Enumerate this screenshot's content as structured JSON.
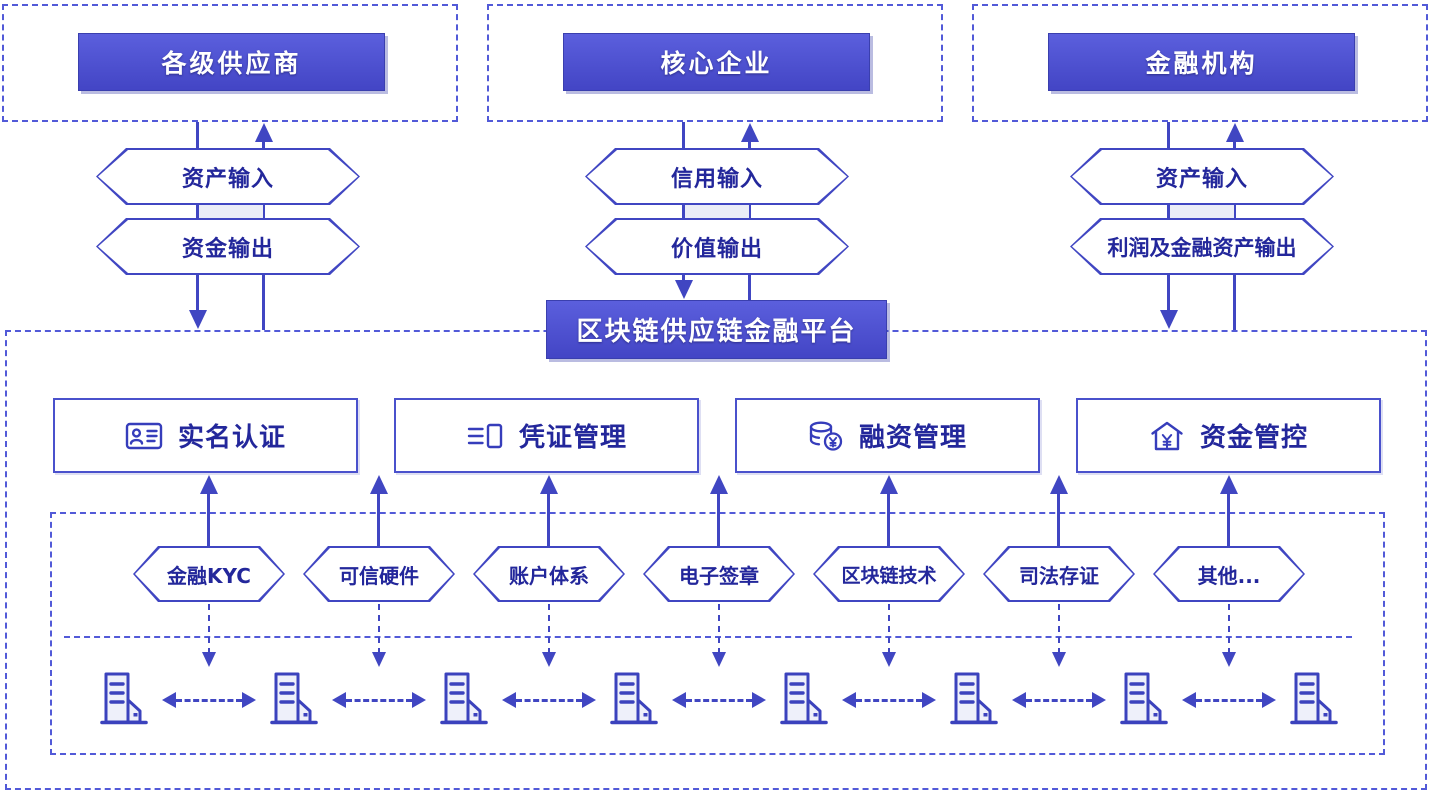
{
  "palette": {
    "accent": "#4046c2",
    "dashed_border": "#525ad8",
    "solid_fill_top": "#5b5fdd",
    "solid_fill_bottom": "#4345c5",
    "label_navy": "#23279b",
    "white": "#ffffff"
  },
  "top_entities": [
    {
      "label": "各级供应商",
      "flows": [
        "资产输入",
        "资金输出"
      ]
    },
    {
      "label": "核心企业",
      "flows": [
        "信用输入",
        "价值输出"
      ]
    },
    {
      "label": "金融机构",
      "flows": [
        "资产输入",
        "利润及金融资产输出"
      ]
    }
  ],
  "platform": {
    "label": "区块链供应链金融平台"
  },
  "modules": [
    {
      "label": "实名认证",
      "icon": "id-card-icon"
    },
    {
      "label": "凭证管理",
      "icon": "certificate-icon"
    },
    {
      "label": "融资管理",
      "icon": "coins-icon"
    },
    {
      "label": "资金管控",
      "icon": "fund-house-icon"
    }
  ],
  "capabilities": [
    "金融KYC",
    "可信硬件",
    "账户体系",
    "电子签章",
    "区块链技术",
    "司法存证",
    "其他..."
  ],
  "network_nodes": {
    "icon": "building-icon",
    "count": 8
  }
}
